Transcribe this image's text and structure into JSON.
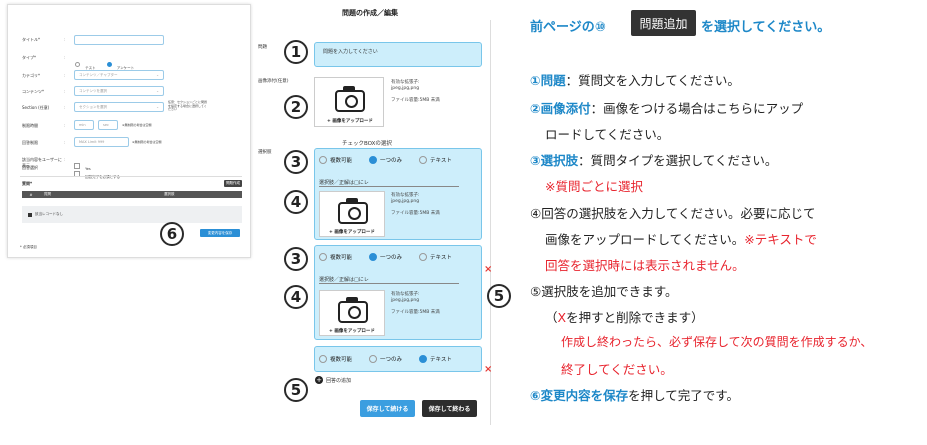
{
  "left_form": {
    "rows": [
      {
        "label": "タイトル*",
        "colon": ":"
      },
      {
        "label": "タイプ*",
        "colon": ":"
      },
      {
        "label": "カテゴリ*",
        "colon": ":"
      },
      {
        "label": "コンテンツ*",
        "colon": ":"
      },
      {
        "label": "Section (任意)",
        "colon": ":"
      },
      {
        "label": "制限時間",
        "colon": ":"
      },
      {
        "label": "回答制限",
        "colon": ":"
      },
      {
        "label": "該当内容をユーザーに表示",
        "colon": ":"
      },
      {
        "label": "回答選択",
        "colon": ""
      }
    ],
    "type_options": [
      "テスト",
      "アンケート"
    ],
    "category_placeholder": "コンテンツ／チャプター",
    "content_placeholder": "コンテンツを選択",
    "section_placeholder": "セクションを選択",
    "section_note": "任意：セクションごとに問題を設定する場合に選択してください",
    "time_min": "min",
    "time_sec": "sec",
    "time_note": "※無制限の場合は空欄",
    "limit_placeholder": "MAX Limit 999",
    "limit_note": "※無制限の場合は空欄",
    "yes_label": "Yes",
    "required_label": "回答完了を必須とする",
    "questions_label": "質問*",
    "add_small": "問題作成",
    "table_headers": [
      "#",
      "質問",
      "選択肢"
    ],
    "no_record": "該当レコードなし",
    "save_changes": "変更内容を保存",
    "required_note": "* 必須項目"
  },
  "editor": {
    "title": "問題の作成／編集",
    "question_label": "問題",
    "question_placeholder": "問題を入力してください",
    "image_label": "画像添付(任意)",
    "upload_label": "+ 画像をアップロード",
    "ext_info": "有効な拡張子:",
    "ext_list": "jpeg,jpg,png",
    "size_info": "ファイル容量:5MB 未満",
    "checkbox_title": "チェックBOXの選択",
    "choices_label": "選択肢",
    "opt_multi": "複数可能",
    "opt_single": "一つのみ",
    "opt_text": "テキスト",
    "choice_input": "選択肢／正解は□にレ",
    "add_choice": "回答の追加",
    "btn_save_continue": "保存して続ける",
    "btn_save_finish": "保存して終わる",
    "num1": "1",
    "num2": "2",
    "num3": "3",
    "num4": "4",
    "num5": "5",
    "num6": "6",
    "x": "×"
  },
  "instructions": {
    "head_pre": "前ページの⑩",
    "pill": "問題追加",
    "head_post": "を選択してください。",
    "l1_bold": "①問題",
    "l1_rest": "：質問文を入力してください。",
    "l2_bold": "②画像添付",
    "l2_rest": "：画像をつける場合はこちらにアップ",
    "l2b": "ロードしてください。",
    "l3_bold": "③選択肢",
    "l3_rest": "：質問タイプを選択してください。",
    "l3_red": "※質問ごとに選択",
    "l4": "④回答の選択肢を入力してください。必要に応じて",
    "l4b_pre": "画像をアップロードしてください。",
    "l4b_red": "※テキストで",
    "l4c_red": "回答を選択時には表示されません。",
    "l5": "⑤選択肢を追加できます。",
    "l5b_pre": "（",
    "l5b_x": "X",
    "l5b_post": "を押すと削除できます）",
    "l5c_red": "作成し終わったら、必ず保存して次の質問を作成するか、",
    "l5d_red": "終了してください。",
    "l6_bold": "⑥変更内容を保存",
    "l6_rest": "を押して完了です。"
  },
  "colors": {
    "accent": "#1e88c8",
    "light_blue": "#cdeefb",
    "red": "#e8242e",
    "save_blue": "#3b9ee0",
    "dark": "#2d2d2d"
  }
}
